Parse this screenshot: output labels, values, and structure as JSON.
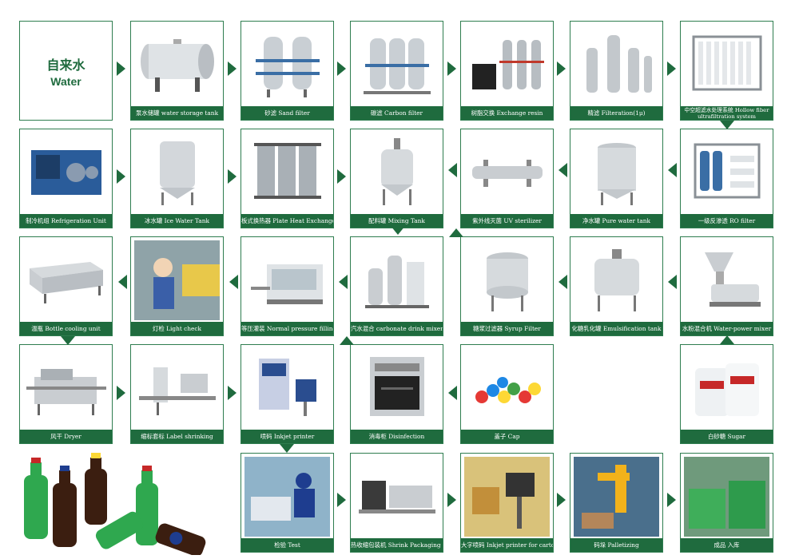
{
  "start": {
    "cn": "自来水",
    "en": "Water"
  },
  "rows": [
    [
      "泵水储罐 water storage tank",
      "砂滤 Sand filter",
      "碳滤 Carbon filter",
      "树脂交换 Exchange resin",
      "精滤 Filteration(1μ)",
      "中空超滤水处理系统 Hollow fiber ultrafiltration system"
    ],
    [
      "制冷机组 Refrigeration Unit",
      "冰水罐 Ice Water Tank",
      "板式换热器 Plate Heat Exchanger",
      "配料罐 Mixing Tank",
      "紫外线灭菌 UV sterilizer",
      "净水罐 Pure water tank",
      "一级反渗透 RO filter"
    ],
    [
      "温瓶 Bottle cooling unit",
      "灯检 Light check",
      "等压灌装 Normal pressure filling",
      "汽水混合 carbonate drink mixer",
      "糖浆过滤器 Syrup Filter",
      "化糖乳化罐 Emulsification tank",
      "水粉混合机 Water-power mixer"
    ],
    [
      "风干 Dryer",
      "缩标套标 Label shrinking",
      "喷码 Inkjet printer",
      "消毒柜 Disinfection",
      "盖子 Cap",
      "白砂糖 Sugar"
    ],
    [
      "检验 Test",
      "热收缩包装机 Shrink Packaging Machine",
      "大字喷码 Inkjet printer for carton",
      "码垛 Palletizing",
      "成品 入库"
    ]
  ],
  "colors": {
    "frame": "#2e7d4f",
    "caption_bg": "#1f6b3e",
    "caption_text": "#ffffff",
    "arrow": "#1f6b3e"
  },
  "icons": [
    "horizontal-tank-icon",
    "sand-filter-icon",
    "carbon-filter-icon",
    "resin-exchange-icon",
    "precision-filter-icon",
    "ultrafiltration-icon",
    "refrigeration-unit-icon",
    "ice-water-tank-icon",
    "plate-heat-exchanger-icon",
    "mixing-tank-icon",
    "uv-sterilizer-icon",
    "pure-water-tank-icon",
    "ro-filter-icon",
    "cooling-tunnel-icon",
    "light-check-icon",
    "filling-machine-icon",
    "carbonate-mixer-icon",
    "syrup-filter-icon",
    "emulsification-tank-icon",
    "water-powder-mixer-icon",
    "dryer-icon",
    "label-shrink-icon",
    "inkjet-printer-icon",
    "disinfection-cabinet-icon",
    "caps-icon",
    "sugar-bags-icon",
    "inspection-icon",
    "shrink-wrap-icon",
    "carton-printer-icon",
    "palletizer-icon",
    "warehouse-icon",
    "bottles-icon"
  ]
}
